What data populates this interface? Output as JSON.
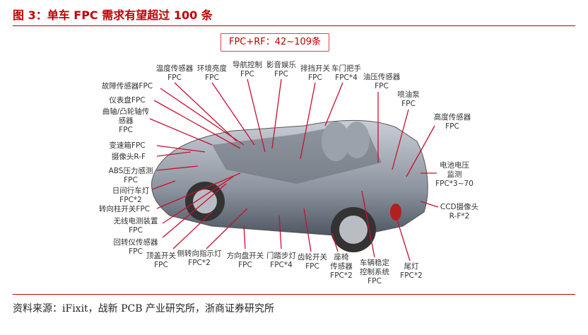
{
  "title": "图 3：单车 FPC 需求有望超过 100 条",
  "summary_box": "FPC+RF：42~109条",
  "source": "资料来源：iFixit，战新 PCB 产业研究所，浙商证券研究所",
  "labels": [
    "温度传感器\nFPC",
    "环境亮度\nFPC",
    "导航控制\nFPC",
    "影音娱乐\nFPC",
    "排挡开关\nFPC",
    "车门把手\nFPC*4",
    "油压传感器\nFPC",
    "喷油泵\nFPC",
    "高度传感器\nFPC",
    "故障传感器FPC",
    "仪表盘FPC",
    "曲轴/凸轮轴传\n感器\nFPC",
    "变速箱FPC",
    "摄像头R-F",
    "ABS压力感测\nFPC",
    "日间行车灯\nFPC*2",
    "转向柱开关FPC",
    "无线电测装置\nFPC",
    "回转仪传感器\nFPC",
    "顶盖开关\nFPC",
    "侧转向指示灯\nFPC*2",
    "方向盘开关\nFPC",
    "门踏步灯\nFPC*4",
    "齿轮开关\nFPC",
    "座椅\n传感器\nFPC*2",
    "车辆稳定\n控制系统\nFPC",
    "尾灯\nFPC*2",
    "电池电压\n监测\nFPC*3~70",
    "CCD摄像头\nR-F*2"
  ],
  "colors": {
    "accent": "#c00000",
    "leader": "#c8102e"
  }
}
